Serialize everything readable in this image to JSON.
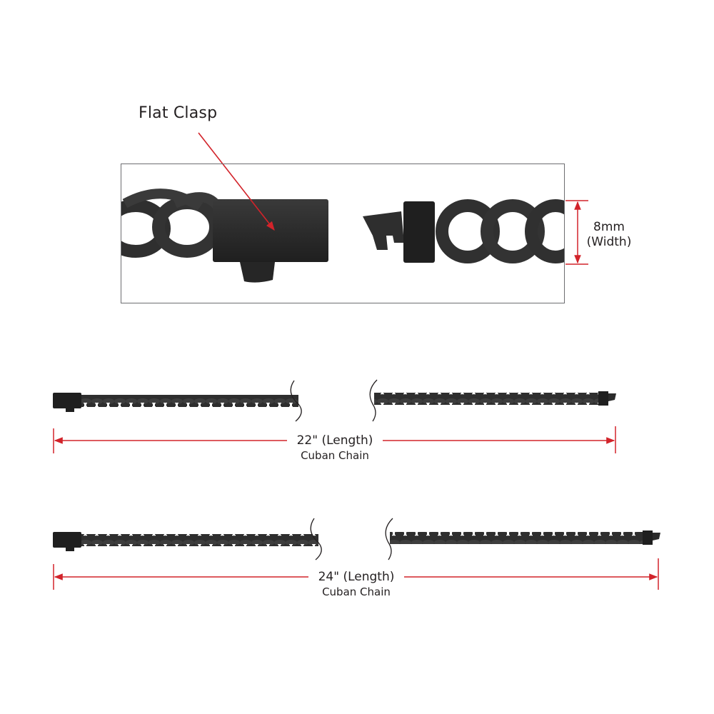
{
  "detail": {
    "callout_label": "Flat Clasp",
    "width_value": "8mm",
    "width_caption": "(Width)"
  },
  "chains": [
    {
      "length": "22\" (Length)",
      "type": "Cuban Chain"
    },
    {
      "length": "24\" (Length)",
      "type": "Cuban Chain"
    }
  ],
  "colors": {
    "dimension_red": "#d2232a",
    "chain_black": "#2b2b2b",
    "frame_gray": "#6d6e71",
    "text": "#231f20"
  }
}
